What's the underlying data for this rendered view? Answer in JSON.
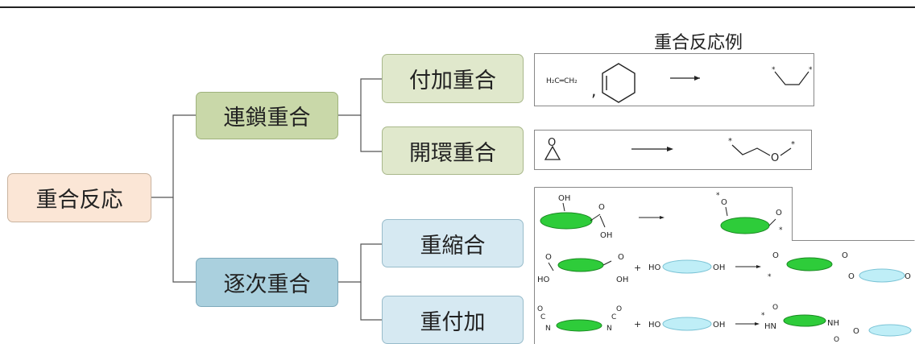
{
  "root": {
    "label": "重合反応"
  },
  "chain": {
    "label": "連鎖重合",
    "children": [
      {
        "label": "付加重合"
      },
      {
        "label": "開環重合"
      }
    ]
  },
  "step": {
    "label": "逐次重合",
    "children": [
      {
        "label": "重縮合"
      },
      {
        "label": "重付加"
      }
    ]
  },
  "examples_title": "重合反応例",
  "chem": {
    "ethylene": "H₂C═CH₂",
    "comma": ",",
    "oh": "OH",
    "o": "O",
    "ho": "HO",
    "oh_suffix": "OH",
    "plus": "+",
    "n": "N",
    "c": "C",
    "hn": "HN",
    "nh": "NH",
    "star": "*"
  },
  "colors": {
    "green_blob": "#2ecc3a",
    "blue_blob": "#bfeef7"
  }
}
